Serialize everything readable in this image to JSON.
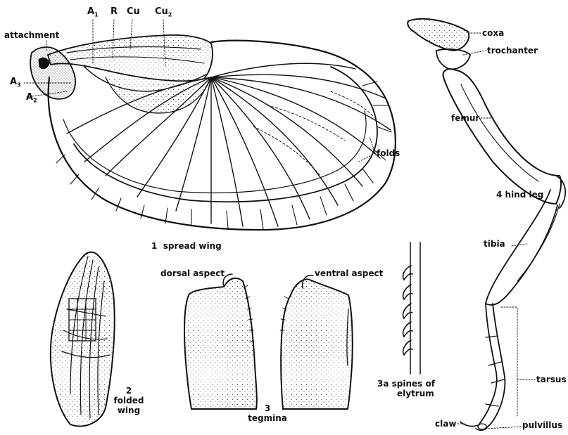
{
  "figures": {
    "spread_wing": {
      "caption_number": "1",
      "caption_text": "spread wing",
      "labels": {
        "attachment": "attachment",
        "a1_main": "A",
        "a1_sub": "1",
        "r": "R",
        "cu": "Cu",
        "cu2_main": "Cu",
        "cu2_sub": "2",
        "a3_main": "A",
        "a3_sub": "3",
        "a2_main": "A",
        "a2_sub": "2",
        "folds": "folds"
      }
    },
    "folded_wing": {
      "caption_number": "2",
      "caption_line1": "folded",
      "caption_line2": "wing"
    },
    "tegmina": {
      "caption_number": "3",
      "caption_text": "tegmina",
      "dorsal": "dorsal aspect",
      "ventral": "ventral aspect"
    },
    "elytrum_spines": {
      "caption_number": "3a",
      "caption_line1": "spines of",
      "caption_line2": "elytrum"
    },
    "hind_leg": {
      "caption_number": "4",
      "caption_text": "hind leg",
      "labels": {
        "coxa": "coxa",
        "trochanter": "trochanter",
        "femur": "femur",
        "tibia": "tibia",
        "tarsus": "tarsus",
        "claw": "claw",
        "pulvillus": "pulvillus"
      }
    }
  },
  "colors": {
    "ink": "#111111",
    "paper": "#ffffff"
  }
}
